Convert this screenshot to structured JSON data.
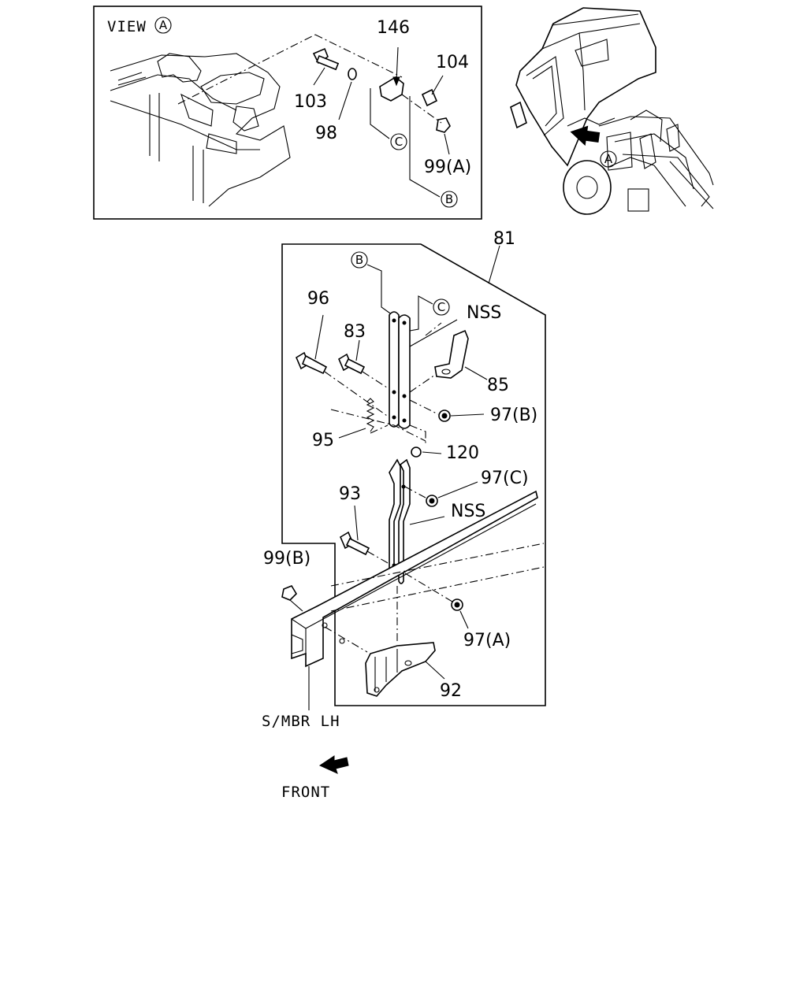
{
  "view_label": {
    "prefix": "VIEW",
    "ref": "A"
  },
  "refs": {
    "a": "A",
    "b": "B",
    "c": "C"
  },
  "part_labels": {
    "p146": "146",
    "p104": "104",
    "p103": "103",
    "p98": "98",
    "p99a": "99(A)",
    "p81": "81",
    "p96": "96",
    "p83": "83",
    "nss_top": "NSS",
    "p85": "85",
    "p97b": "97(B)",
    "p95": "95",
    "p120": "120",
    "p97c": "97(C)",
    "p93": "93",
    "nss_mid": "NSS",
    "p99b": "99(B)",
    "p97a": "97(A)",
    "p92": "92"
  },
  "side_member_label": "S/MBR LH",
  "front_label": "FRONT"
}
